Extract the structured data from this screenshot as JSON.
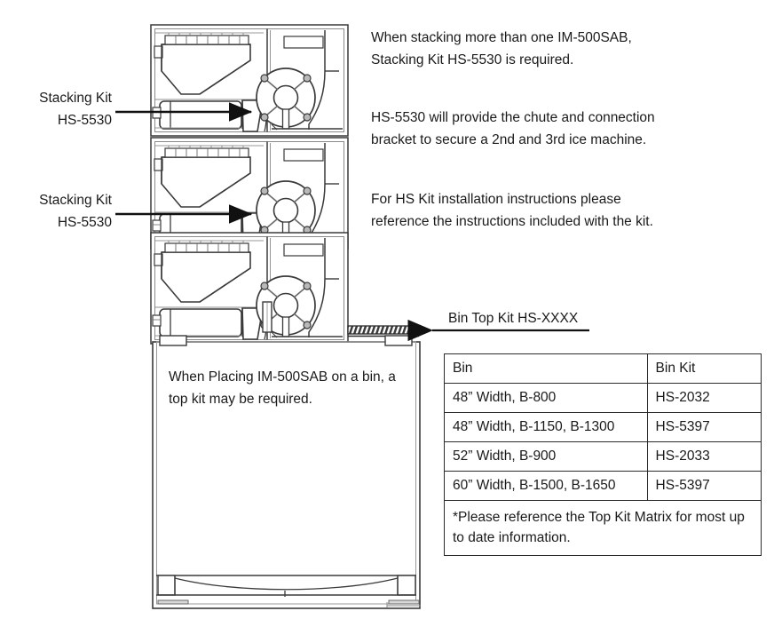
{
  "notes": {
    "stacking_1": "When stacking more than one IM-500SAB, Stacking Kit HS-5530 is required.",
    "stacking_2": "HS-5530 will provide the chute and connection bracket to secure a 2nd and 3rd ice machine.",
    "stacking_3": "For HS Kit installation instructions please reference the instructions included with the kit.",
    "bin_note": "When Placing IM-500SAB on a bin, a top kit may be required."
  },
  "callouts": {
    "stacking_kit_upper": "Stacking Kit\nHS-5530",
    "stacking_kit_lower": "Stacking Kit\nHS-5530",
    "bin_top_kit": "Bin Top Kit HS-XXXX"
  },
  "table": {
    "headers": [
      "Bin",
      "Bin Kit"
    ],
    "rows": [
      {
        "bin": "48” Width, B-800",
        "kit": "HS-2032"
      },
      {
        "bin": "48” Width, B-1150, B-1300",
        "kit": "HS-5397"
      },
      {
        "bin": "52” Width, B-900",
        "kit": "HS-2033"
      },
      {
        "bin": "60” Width, B-1500, B-1650",
        "kit": "HS-5397"
      }
    ],
    "footnote": "*Please reference the Top Kit Matrix for most up to date information."
  },
  "colors": {
    "line": "#2b2b2b",
    "line_light": "#6f6f6f",
    "text": "#1a1a1a",
    "fill": "#ffffff",
    "hatch": "#3a3a3a"
  },
  "diagram": {
    "machine_units": 3,
    "machine_label": "IM-500SAB",
    "bin_label": "ice storage bin",
    "parts": [
      "evaporator-assembly",
      "compressor-cylinder",
      "ice-chute",
      "condenser-fan",
      "nameplate",
      "bin-top-kit-strip",
      "bin-legs"
    ]
  }
}
